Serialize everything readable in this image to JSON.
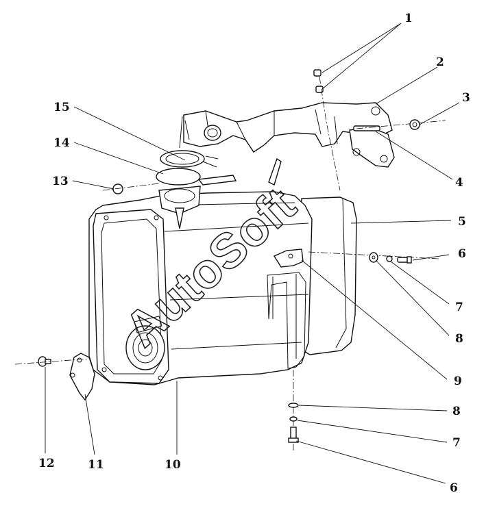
{
  "watermark": "AutoSoft",
  "callouts": [
    {
      "id": "callout-1-number",
      "text": "1"
    },
    {
      "id": "callout-2-number",
      "text": "2"
    },
    {
      "id": "callout-3-number",
      "text": "3"
    },
    {
      "id": "callout-4-number",
      "text": "4"
    },
    {
      "id": "callout-5-number",
      "text": "5"
    },
    {
      "id": "callout-6-number",
      "text": "6"
    },
    {
      "id": "callout-7-number",
      "text": "7"
    },
    {
      "id": "callout-8-number",
      "text": "8"
    },
    {
      "id": "callout-9-number",
      "text": "9"
    },
    {
      "id": "callout-8b-number",
      "text": "8"
    },
    {
      "id": "callout-7b-number",
      "text": "7"
    },
    {
      "id": "callout-6b-number",
      "text": "6"
    },
    {
      "id": "callout-15-number",
      "text": "15"
    },
    {
      "id": "callout-14-number",
      "text": "14"
    },
    {
      "id": "callout-13-number",
      "text": "13"
    },
    {
      "id": "callout-12-number",
      "text": "12"
    },
    {
      "id": "callout-11-number",
      "text": "11"
    },
    {
      "id": "callout-10-number",
      "text": "10"
    }
  ]
}
